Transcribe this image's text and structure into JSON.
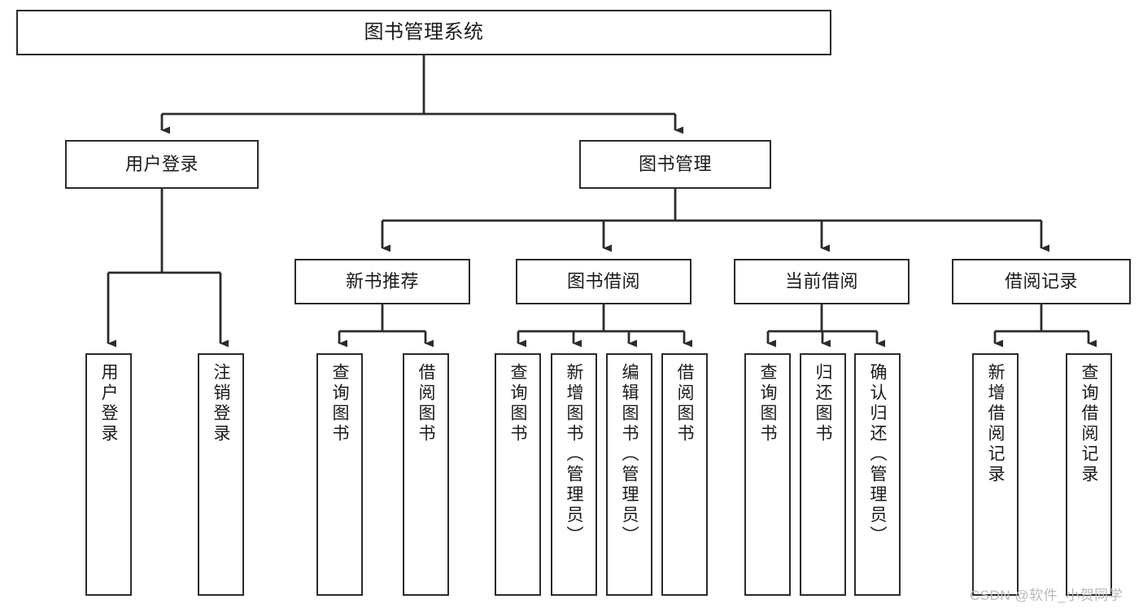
{
  "diagram": {
    "type": "tree-hierarchy",
    "title": "图书管理系统",
    "colors": {
      "box_border": "#2b2b2b",
      "box_fill": "#ffffff",
      "connector": "#2b2b2b",
      "background": "#ffffff",
      "watermark": "#b9b9b9"
    },
    "nodes": {
      "root": {
        "label": "图书管理系统"
      },
      "level1": [
        {
          "label": "用户登录"
        },
        {
          "label": "图书管理"
        }
      ],
      "level2": [
        {
          "label": "新书推荐"
        },
        {
          "label": "图书借阅"
        },
        {
          "label": "当前借阅"
        },
        {
          "label": "借阅记录"
        }
      ],
      "leaves_user_login": [
        {
          "label": "用户登录"
        },
        {
          "label": "注销登录"
        }
      ],
      "leaves_new_book": [
        {
          "label": "查询图书"
        },
        {
          "label": "借阅图书"
        }
      ],
      "leaves_borrow": [
        {
          "label": "查询图书"
        },
        {
          "label": "新增图书（管理员）"
        },
        {
          "label": "编辑图书（管理员）"
        },
        {
          "label": "借阅图书"
        }
      ],
      "leaves_current": [
        {
          "label": "查询图书"
        },
        {
          "label": "归还图书"
        },
        {
          "label": "确认归还（管理员）"
        }
      ],
      "leaves_records": [
        {
          "label": "新增借阅记录"
        },
        {
          "label": "查询借阅记录"
        }
      ]
    },
    "watermark": "CSDN @软件_小贺同学"
  }
}
